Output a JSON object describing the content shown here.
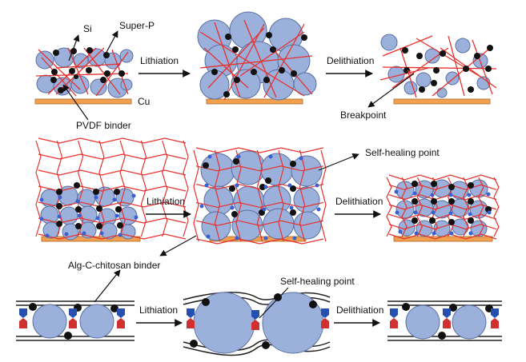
{
  "labels": {
    "si": "Si",
    "super_p": "Super-P",
    "cu": "Cu",
    "pvdf_binder": "PVDF binder",
    "breakpoint": "Breakpoint",
    "self_healing_point": "Self-healing point",
    "alg_binder": "Alg-C-chitosan binder",
    "lithiation": "Lithiation",
    "delithiation": "Delithiation"
  },
  "colors": {
    "particle_fill": "#9bb1dc",
    "particle_stroke": "#5a6fa0",
    "binder_red": "#e8302c",
    "current_collector": "#f0a050",
    "carbon_black": "#111111",
    "node_blue": "#3a5fd0",
    "wedge_red": "#d03030",
    "wedge_blue": "#2550b0"
  }
}
